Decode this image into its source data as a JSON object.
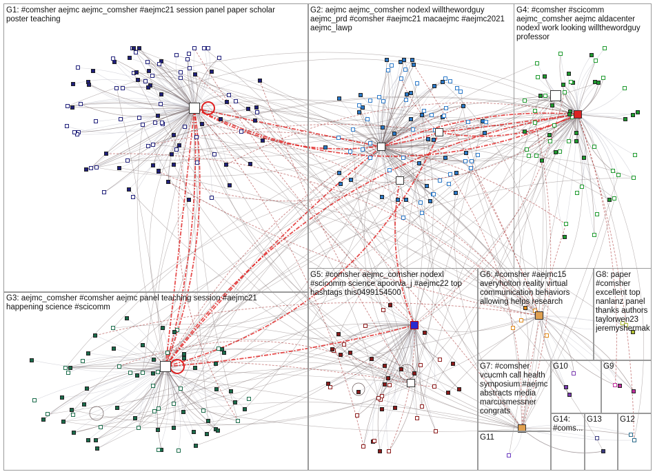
{
  "groups": [
    {
      "id": "g1",
      "label": "G1: #comsher aejmc aejmc_comsher #aejmc21 session panel paper scholar\nposter teaching",
      "color": "#1f1f7a"
    },
    {
      "id": "g2",
      "label": "G2: aejmc aejmc_comsher nodexl willthewordguy\naejmc_prd #comsher #aejmc21 macaejmc #aejmc2021\naejmc_lawp",
      "color": "#2a78c8"
    },
    {
      "id": "g4",
      "label": "G4: #comsher #scicomm\naejmc_comsher aejmc aldacenter\nnodexl work looking willthewordguy\nprofessor",
      "color": "#1e9a2e"
    },
    {
      "id": "g3",
      "label": "G3: aejmc_comsher #comsher aejmc panel teaching session #aejmc21\nhappening science #scicomm",
      "color": "#1a6b4a"
    },
    {
      "id": "g5",
      "label": "G5: #comsher aejmc_comsher nodexl\n#scicomm science apoorva_j #aejmc22 top\nhashtags this0499154500",
      "color": "#8b1a1a"
    },
    {
      "id": "g6",
      "label": "G6: #comsher #aejmc15\naveryholton reality virtual\ncommunication behaviors\nallowing helps research",
      "color": "#e08a1a"
    },
    {
      "id": "g8",
      "label": "G8: paper\n#comsher\nexcellent top\nnanlanz panel\nthanks authors\ntaylorwen23\njeremyshermak",
      "color": "#b0c030"
    },
    {
      "id": "g7",
      "label": "G7: #comsher\nvcucmh call health\nsymposium #aejmc\nabstracts media\nmarcusmessner\ncongrats",
      "color": "#d8b020"
    },
    {
      "id": "g10",
      "label": "G10",
      "color": "#7a3ab0"
    },
    {
      "id": "g9",
      "label": "G9",
      "color": "#c030a0"
    },
    {
      "id": "g11",
      "label": "G11",
      "color": "#6a3ac0"
    },
    {
      "id": "g14",
      "label": "G14:\n#coms...",
      "color": "#555555"
    },
    {
      "id": "g13",
      "label": "G13",
      "color": "#3a3a80"
    },
    {
      "id": "g12",
      "label": "G12",
      "color": "#2a6a8a"
    }
  ],
  "colors": {
    "edge_gray": "#6b5a5a",
    "edge_light": "#c8c8d0",
    "edge_red": "#e02020",
    "edge_dark_red": "#a02020",
    "box_border": "#9a9a9a"
  }
}
